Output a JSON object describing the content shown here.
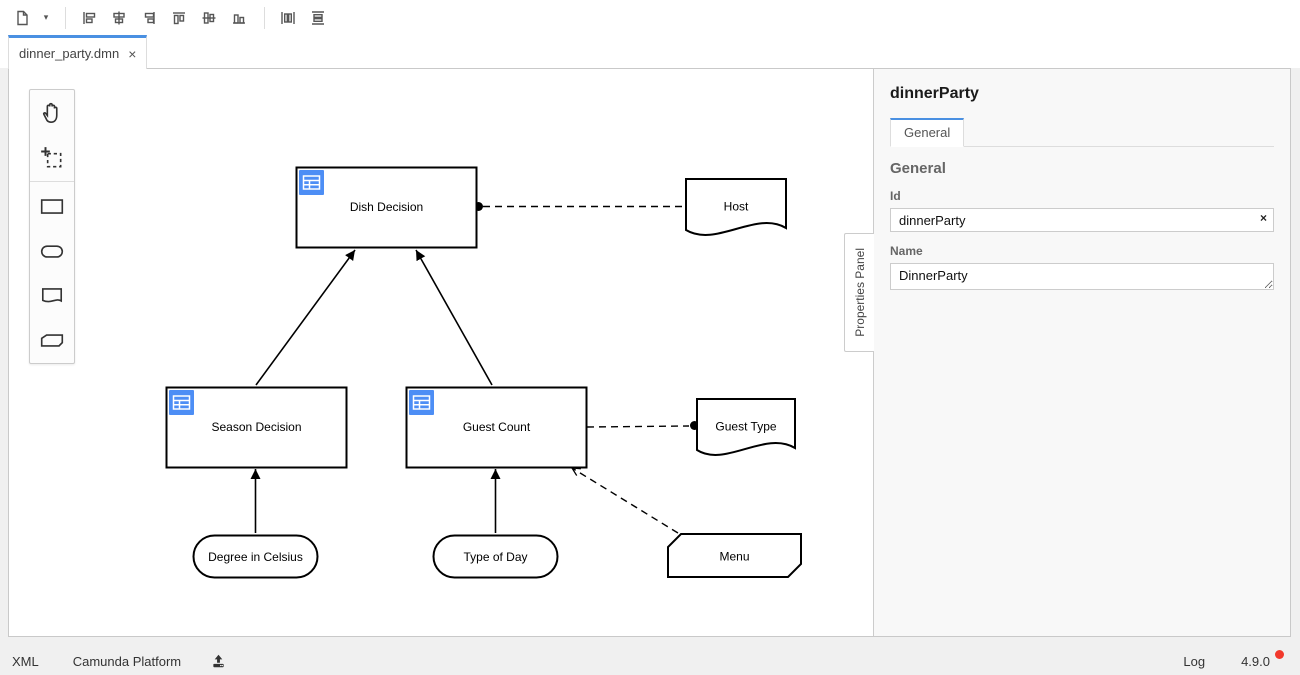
{
  "colors": {
    "accent_blue": "#4a90e2",
    "badge_blue": "#4d8ef5",
    "update_red": "#f2392c"
  },
  "toolbar": {
    "file_button_icon": "new-file-icon",
    "file_caret": "▾",
    "align_icons": [
      "align-left-icon",
      "align-vertical-center-icon",
      "align-right-icon",
      "align-top-icon",
      "align-horizontal-center-icon",
      "align-bottom-icon"
    ],
    "distribute_icons": [
      "distribute-horizontally-icon",
      "distribute-vertically-icon"
    ]
  },
  "tab_bar": {
    "active_tab_label": "dinner_party.dmn",
    "close_icon": "×"
  },
  "palette": {
    "tools": [
      "hand-tool-icon",
      "lasso-tool-icon",
      "decision-shape-icon",
      "input-data-shape-icon",
      "knowledge-source-shape-icon",
      "business-knowledge-model-shape-icon"
    ]
  },
  "diagram": {
    "nodes": [
      {
        "id": "dish-decision",
        "type": "decision",
        "label": "Dish Decision"
      },
      {
        "id": "season-decision",
        "type": "decision",
        "label": "Season Decision"
      },
      {
        "id": "guest-count",
        "type": "decision",
        "label": "Guest Count"
      },
      {
        "id": "host",
        "type": "knowledge-source",
        "label": "Host"
      },
      {
        "id": "guest-type",
        "type": "knowledge-source",
        "label": "Guest Type"
      },
      {
        "id": "degree-in-celsius",
        "type": "input-data",
        "label": "Degree in Celsius"
      },
      {
        "id": "type-of-day",
        "type": "input-data",
        "label": "Type of Day"
      },
      {
        "id": "menu",
        "type": "business-knowledge-model",
        "label": "Menu"
      }
    ],
    "edges": [
      {
        "from": "season-decision",
        "to": "dish-decision",
        "type": "information-requirement"
      },
      {
        "from": "guest-count",
        "to": "dish-decision",
        "type": "information-requirement"
      },
      {
        "from": "degree-in-celsius",
        "to": "season-decision",
        "type": "information-requirement"
      },
      {
        "from": "type-of-day",
        "to": "guest-count",
        "type": "information-requirement"
      },
      {
        "from": "host",
        "to": "dish-decision",
        "type": "authority-requirement"
      },
      {
        "from": "guest-count",
        "to": "guest-type",
        "type": "authority-requirement"
      },
      {
        "from": "menu",
        "to": "guest-count",
        "type": "knowledge-requirement"
      }
    ]
  },
  "properties_panel": {
    "title": "dinnerParty",
    "tabs": [
      "General"
    ],
    "section": "General",
    "id_label": "Id",
    "id_value": "dinnerParty",
    "clear_icon": "×",
    "name_label": "Name",
    "name_value": "DinnerParty",
    "toggle_label": "Properties Panel"
  },
  "status_bar": {
    "xml_label": "XML",
    "platform_label": "Camunda Platform",
    "deploy_icon": "deploy-icon",
    "log_label": "Log",
    "version": "4.9.0"
  }
}
